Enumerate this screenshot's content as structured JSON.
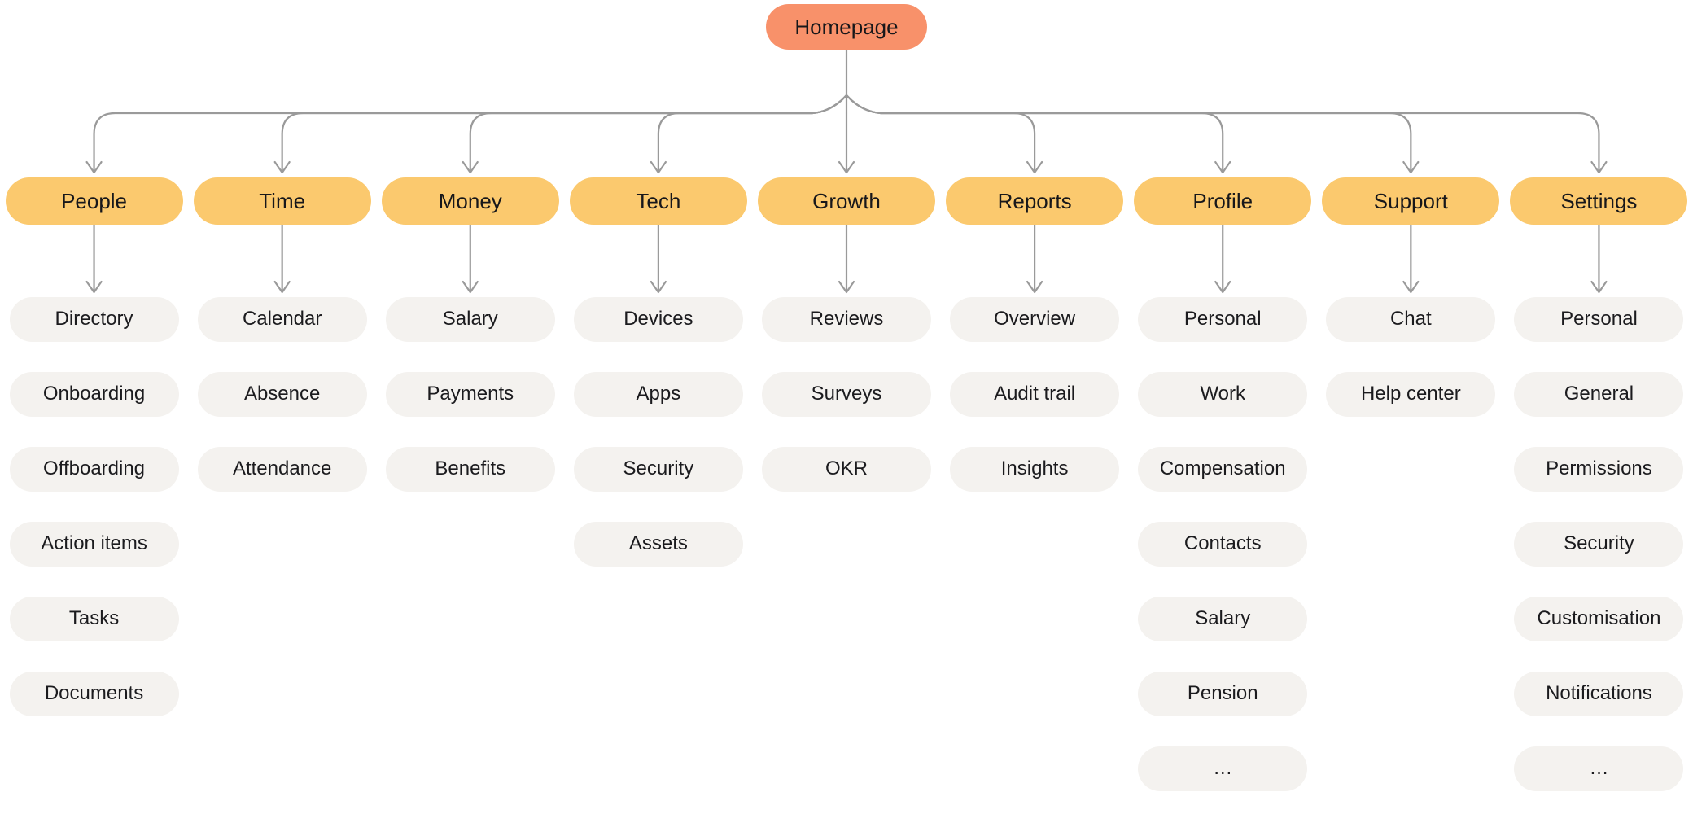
{
  "diagram": {
    "type": "sitemap-tree",
    "title": "Homepage site structure",
    "orientation": "top-down",
    "levels": 3,
    "colors": {
      "background": "#ffffff",
      "root_node": "#F8916A",
      "section_node": "#FBC96E",
      "leaf_node": "#F4F2EF",
      "connector": "#9a9a9a",
      "text": "#17171a"
    }
  },
  "root": {
    "label": "Homepage"
  },
  "sections": [
    {
      "label": "People",
      "children": [
        {
          "label": "Directory"
        },
        {
          "label": "Onboarding"
        },
        {
          "label": "Offboarding"
        },
        {
          "label": "Action items"
        },
        {
          "label": "Tasks"
        },
        {
          "label": "Documents"
        }
      ]
    },
    {
      "label": "Time",
      "children": [
        {
          "label": "Calendar"
        },
        {
          "label": "Absence"
        },
        {
          "label": "Attendance"
        }
      ]
    },
    {
      "label": "Money",
      "children": [
        {
          "label": "Salary"
        },
        {
          "label": "Payments"
        },
        {
          "label": "Benefits"
        }
      ]
    },
    {
      "label": "Tech",
      "children": [
        {
          "label": "Devices"
        },
        {
          "label": "Apps"
        },
        {
          "label": "Security"
        },
        {
          "label": "Assets"
        }
      ]
    },
    {
      "label": "Growth",
      "children": [
        {
          "label": "Reviews"
        },
        {
          "label": "Surveys"
        },
        {
          "label": "OKR"
        }
      ]
    },
    {
      "label": "Reports",
      "children": [
        {
          "label": "Overview"
        },
        {
          "label": "Audit trail"
        },
        {
          "label": "Insights"
        }
      ]
    },
    {
      "label": "Profile",
      "children": [
        {
          "label": "Personal"
        },
        {
          "label": "Work"
        },
        {
          "label": "Compensation"
        },
        {
          "label": "Contacts"
        },
        {
          "label": "Salary"
        },
        {
          "label": "Pension"
        },
        {
          "label": "…"
        }
      ]
    },
    {
      "label": "Support",
      "children": [
        {
          "label": "Chat"
        },
        {
          "label": "Help center"
        }
      ]
    },
    {
      "label": "Settings",
      "children": [
        {
          "label": "Personal"
        },
        {
          "label": "General"
        },
        {
          "label": "Permissions"
        },
        {
          "label": "Security"
        },
        {
          "label": "Customisation"
        },
        {
          "label": "Notifications"
        },
        {
          "label": "…"
        }
      ]
    }
  ]
}
